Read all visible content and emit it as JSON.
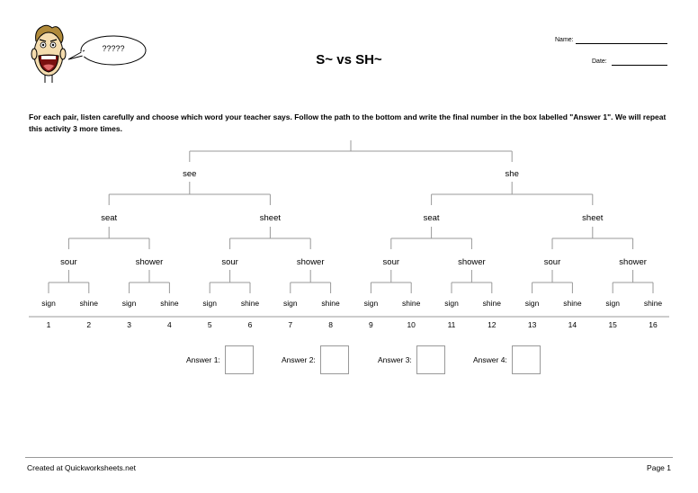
{
  "bubble_text": "?????",
  "title": "S~ vs SH~",
  "name_label": "Name:",
  "date_label": "Date:",
  "instructions": "For each pair, listen carefully and choose which word your teacher says. Follow the path to the bottom and write the final number in the box labelled \"Answer 1\". We will repeat this activity 3 more times.",
  "tree": {
    "level1": [
      "see",
      "she"
    ],
    "level2": [
      "seat",
      "sheet",
      "seat",
      "sheet"
    ],
    "level3": [
      "sour",
      "shower",
      "sour",
      "shower",
      "sour",
      "shower",
      "sour",
      "shower"
    ],
    "level4": [
      "sign",
      "shine",
      "sign",
      "shine",
      "sign",
      "shine",
      "sign",
      "shine",
      "sign",
      "shine",
      "sign",
      "shine",
      "sign",
      "shine",
      "sign",
      "shine"
    ],
    "numbers": [
      "1",
      "2",
      "3",
      "4",
      "5",
      "6",
      "7",
      "8",
      "9",
      "10",
      "11",
      "12",
      "13",
      "14",
      "15",
      "16"
    ]
  },
  "answers": [
    "Answer 1:",
    "Answer 2:",
    "Answer 3:",
    "Answer 4:"
  ],
  "footer": {
    "left": "Created at Quickworksheets.net",
    "right": "Page 1"
  }
}
